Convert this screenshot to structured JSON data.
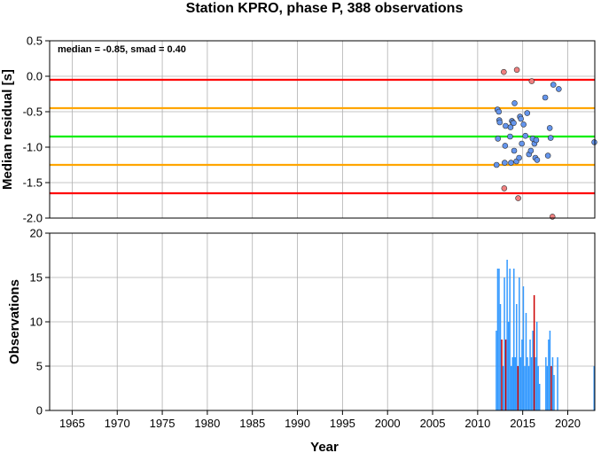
{
  "colors": {
    "red_line": "#ff0000",
    "orange_line": "#ffa500",
    "green_line": "#00ee00",
    "point_normal": "#6495ed",
    "point_outlier": "#f08080",
    "bar_normal": "#3399ff",
    "bar_outlier": "#cc0000"
  },
  "chart_data": [
    {
      "type": "scatter",
      "title": "Station KPRO, phase P, 388 observations",
      "ylabel": "Median residual [s]",
      "annotation": "median = -0.85, smad = 0.40",
      "xlim": [
        1962.5,
        2023
      ],
      "ylim": [
        -2.0,
        0.5
      ],
      "yticks": [
        "0.5",
        "0.0",
        "-0.5",
        "-1.0",
        "-1.5",
        "-2.0"
      ],
      "grid": true,
      "hlines": [
        {
          "y": -0.05,
          "color": "red"
        },
        {
          "y": -0.45,
          "color": "orange"
        },
        {
          "y": -0.85,
          "color": "green"
        },
        {
          "y": -1.25,
          "color": "orange"
        },
        {
          "y": -1.65,
          "color": "red"
        }
      ],
      "points": [
        {
          "x": 2012.1,
          "y": -1.25,
          "o": false
        },
        {
          "x": 2012.2,
          "y": -0.47,
          "o": false
        },
        {
          "x": 2012.35,
          "y": -0.5,
          "o": false
        },
        {
          "x": 2012.4,
          "y": -0.62,
          "o": false
        },
        {
          "x": 2012.25,
          "y": -0.88,
          "o": false
        },
        {
          "x": 2012.45,
          "y": -0.65,
          "o": false
        },
        {
          "x": 2012.9,
          "y": 0.06,
          "o": true
        },
        {
          "x": 2012.95,
          "y": -1.58,
          "o": true
        },
        {
          "x": 2013.0,
          "y": -1.22,
          "o": false
        },
        {
          "x": 2013.05,
          "y": -0.98,
          "o": false
        },
        {
          "x": 2013.1,
          "y": -0.7,
          "o": false
        },
        {
          "x": 2013.6,
          "y": -0.85,
          "o": false
        },
        {
          "x": 2013.7,
          "y": -1.22,
          "o": false
        },
        {
          "x": 2013.65,
          "y": -0.72,
          "o": false
        },
        {
          "x": 2013.8,
          "y": -0.63,
          "o": false
        },
        {
          "x": 2013.9,
          "y": -0.65,
          "o": false
        },
        {
          "x": 2014.0,
          "y": -0.66,
          "o": false
        },
        {
          "x": 2014.05,
          "y": -1.05,
          "o": false
        },
        {
          "x": 2014.1,
          "y": -0.38,
          "o": false
        },
        {
          "x": 2014.3,
          "y": -1.2,
          "o": false
        },
        {
          "x": 2014.35,
          "y": 0.09,
          "o": true
        },
        {
          "x": 2014.5,
          "y": -1.72,
          "o": true
        },
        {
          "x": 2014.6,
          "y": -1.15,
          "o": false
        },
        {
          "x": 2014.7,
          "y": -0.57,
          "o": false
        },
        {
          "x": 2014.8,
          "y": -0.6,
          "o": false
        },
        {
          "x": 2014.9,
          "y": -0.95,
          "o": false
        },
        {
          "x": 2015.1,
          "y": -0.68,
          "o": false
        },
        {
          "x": 2015.3,
          "y": -0.84,
          "o": false
        },
        {
          "x": 2015.5,
          "y": -0.52,
          "o": false
        },
        {
          "x": 2015.7,
          "y": -1.1,
          "o": false
        },
        {
          "x": 2015.9,
          "y": -1.05,
          "o": false
        },
        {
          "x": 2016.0,
          "y": -0.07,
          "o": true
        },
        {
          "x": 2016.1,
          "y": -0.88,
          "o": false
        },
        {
          "x": 2016.3,
          "y": -0.95,
          "o": false
        },
        {
          "x": 2016.4,
          "y": -1.15,
          "o": false
        },
        {
          "x": 2016.5,
          "y": -0.9,
          "o": false
        },
        {
          "x": 2016.6,
          "y": -1.18,
          "o": false
        },
        {
          "x": 2017.5,
          "y": -0.3,
          "o": false
        },
        {
          "x": 2017.8,
          "y": -1.12,
          "o": false
        },
        {
          "x": 2018.0,
          "y": -0.73,
          "o": false
        },
        {
          "x": 2018.1,
          "y": -0.87,
          "o": false
        },
        {
          "x": 2018.3,
          "y": -1.98,
          "o": true
        },
        {
          "x": 2018.4,
          "y": -0.12,
          "o": false
        },
        {
          "x": 2019.0,
          "y": -0.18,
          "o": false
        },
        {
          "x": 2022.95,
          "y": -0.93,
          "o": false
        }
      ]
    },
    {
      "type": "bar",
      "ylabel": "Observations",
      "xlabel": "Year",
      "xlim": [
        1962.5,
        2023
      ],
      "ylim": [
        0,
        20
      ],
      "xticks": [
        "1965",
        "1970",
        "1975",
        "1980",
        "1985",
        "1990",
        "1995",
        "2000",
        "2005",
        "2010",
        "2015",
        "2020"
      ],
      "yticks": [
        "20",
        "15",
        "10",
        "5",
        "0"
      ],
      "grid": true,
      "bars": [
        {
          "x": 2012.0,
          "v": 9,
          "o": false
        },
        {
          "x": 2012.15,
          "v": 16,
          "o": false
        },
        {
          "x": 2012.3,
          "v": 16,
          "o": false
        },
        {
          "x": 2012.45,
          "v": 12,
          "o": false
        },
        {
          "x": 2012.6,
          "v": 8,
          "o": true
        },
        {
          "x": 2012.75,
          "v": 5,
          "o": false
        },
        {
          "x": 2012.9,
          "v": 15,
          "o": false
        },
        {
          "x": 2013.05,
          "v": 8,
          "o": true
        },
        {
          "x": 2013.2,
          "v": 17,
          "o": false
        },
        {
          "x": 2013.35,
          "v": 10,
          "o": false
        },
        {
          "x": 2013.5,
          "v": 16,
          "o": false
        },
        {
          "x": 2013.65,
          "v": 5,
          "o": false
        },
        {
          "x": 2013.8,
          "v": 6,
          "o": false
        },
        {
          "x": 2013.95,
          "v": 16,
          "o": false
        },
        {
          "x": 2014.1,
          "v": 6,
          "o": false
        },
        {
          "x": 2014.25,
          "v": 12,
          "o": false
        },
        {
          "x": 2014.4,
          "v": 5,
          "o": true
        },
        {
          "x": 2014.55,
          "v": 15,
          "o": false
        },
        {
          "x": 2014.7,
          "v": 6,
          "o": false
        },
        {
          "x": 2014.85,
          "v": 8,
          "o": false
        },
        {
          "x": 2015.0,
          "v": 14,
          "o": false
        },
        {
          "x": 2015.15,
          "v": 5,
          "o": false
        },
        {
          "x": 2015.3,
          "v": 11,
          "o": false
        },
        {
          "x": 2015.45,
          "v": 6,
          "o": false
        },
        {
          "x": 2015.6,
          "v": 5,
          "o": false
        },
        {
          "x": 2015.75,
          "v": 8,
          "o": false
        },
        {
          "x": 2015.9,
          "v": 6,
          "o": false
        },
        {
          "x": 2016.05,
          "v": 9,
          "o": false
        },
        {
          "x": 2016.2,
          "v": 13,
          "o": true
        },
        {
          "x": 2016.35,
          "v": 6,
          "o": false
        },
        {
          "x": 2016.5,
          "v": 10,
          "o": false
        },
        {
          "x": 2016.65,
          "v": 5,
          "o": false
        },
        {
          "x": 2016.8,
          "v": 3,
          "o": false
        },
        {
          "x": 2017.5,
          "v": 6,
          "o": false
        },
        {
          "x": 2017.65,
          "v": 5,
          "o": false
        },
        {
          "x": 2017.8,
          "v": 8,
          "o": false
        },
        {
          "x": 2017.95,
          "v": 9,
          "o": false
        },
        {
          "x": 2018.1,
          "v": 5,
          "o": true
        },
        {
          "x": 2018.25,
          "v": 6,
          "o": false
        },
        {
          "x": 2018.4,
          "v": 4,
          "o": false
        },
        {
          "x": 2018.8,
          "v": 6,
          "o": false
        },
        {
          "x": 2022.9,
          "v": 5,
          "o": false
        }
      ]
    }
  ]
}
